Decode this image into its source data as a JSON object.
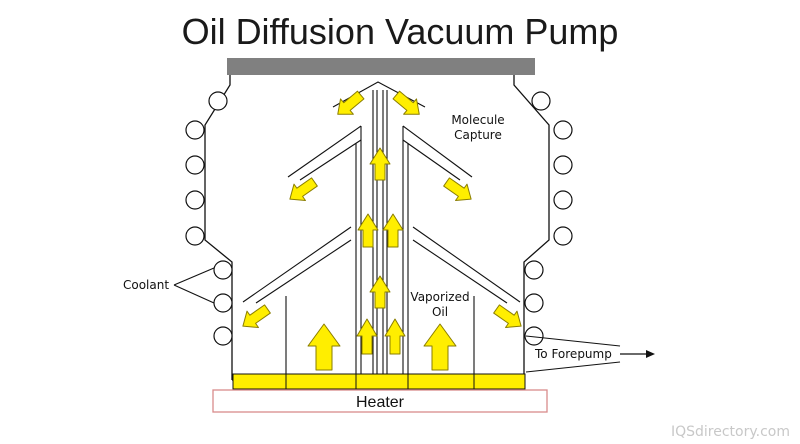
{
  "title": "Oil Diffusion Vacuum Pump",
  "labels": {
    "molecule_capture": [
      "Molecule",
      "Capture"
    ],
    "vaporized_oil": [
      "Vaporized",
      "Oil"
    ],
    "coolant": "Coolant",
    "to_forepump": "To Forepump",
    "heater": "Heater"
  },
  "watermark": "IQSdirectory.com",
  "colors": {
    "arrow_fill": "#ffee00",
    "arrow_stroke": "#8a7d00",
    "heater_bar": "#ffee00",
    "heater_box_border": "#d98b8b",
    "top_plate": "#808080",
    "line": "#111111"
  }
}
